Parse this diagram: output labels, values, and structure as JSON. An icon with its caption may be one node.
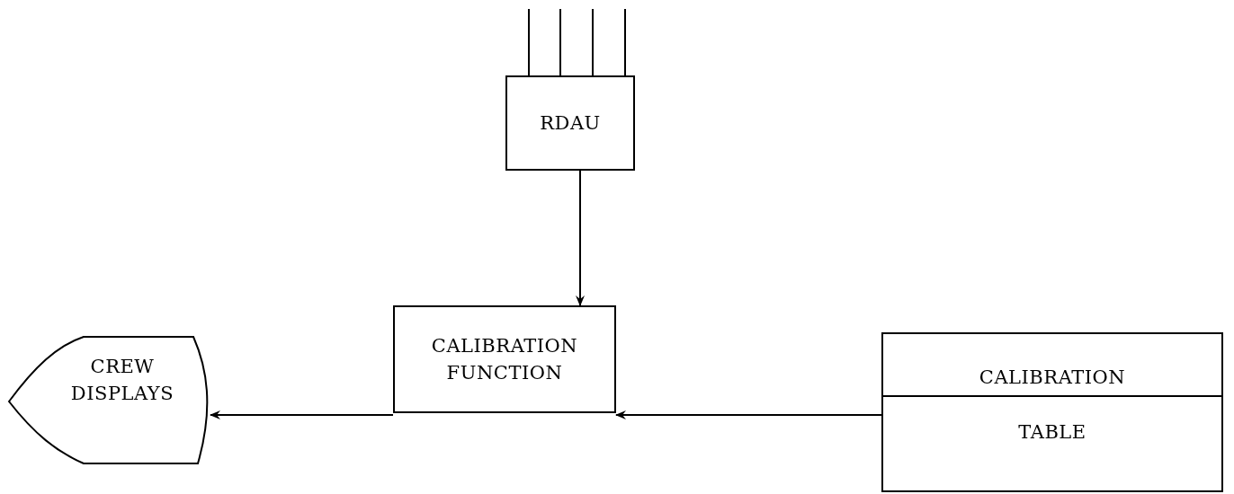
{
  "diagram": {
    "nodes": [
      {
        "text": [
          "RDAU"
        ]
      },
      {
        "text": [
          "CALIBRATION FUNCTION"
        ]
      },
      {
        "text": [
          "CREW DISPLAYS"
        ]
      },
      {
        "text": [
          "CALIBRATION",
          "TABLE"
        ]
      }
    ],
    "edges": [
      {
        "from": null,
        "to": 0,
        "arrow": "none"
      },
      {
        "from": null,
        "to": 0,
        "arrow": "none"
      },
      {
        "from": null,
        "to": 0,
        "arrow": "none"
      },
      {
        "from": null,
        "to": 0,
        "arrow": "none"
      },
      {
        "from": 0,
        "to": 1,
        "arrow": "to"
      },
      {
        "from": 1,
        "to": 2,
        "arrow": "to"
      },
      {
        "from": 3,
        "to": 1,
        "arrow": "to"
      }
    ]
  }
}
